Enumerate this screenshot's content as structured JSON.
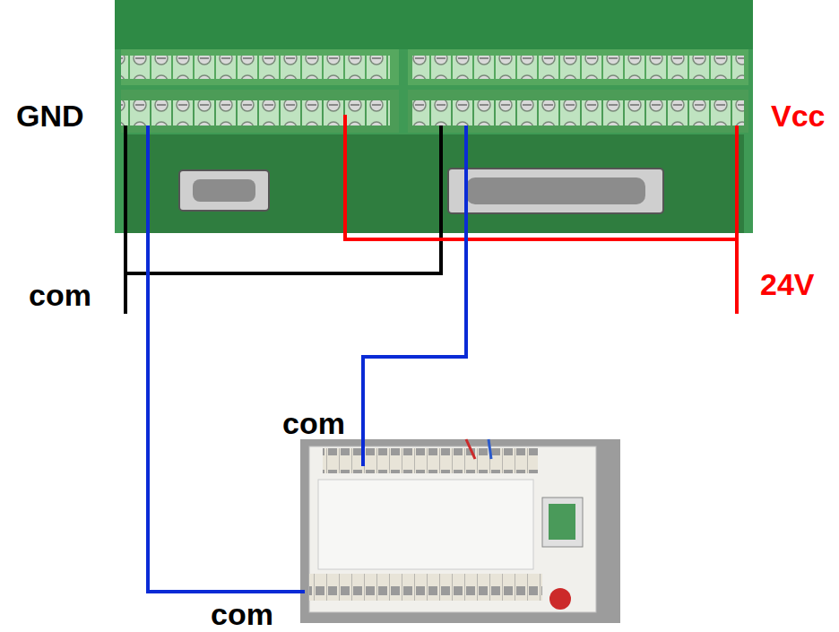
{
  "diagram": {
    "labels": [
      "GND",
      "Vcc",
      "com",
      "24V",
      "com",
      "com"
    ]
  }
}
